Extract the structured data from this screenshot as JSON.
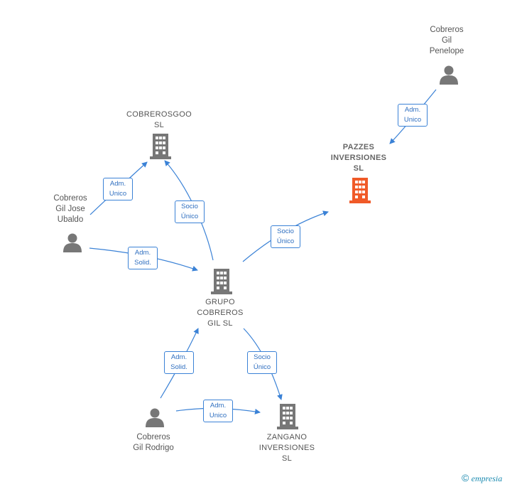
{
  "colors": {
    "edge": "#3b82d6",
    "node": "#777777",
    "highlight": "#f05a28"
  },
  "nodes": {
    "penelope": {
      "type": "person",
      "lines": [
        "Cobreros",
        "Gil",
        "Penelope"
      ]
    },
    "pazzes": {
      "type": "company",
      "highlight": true,
      "lines": [
        "PAZZES",
        "INVERSIONES",
        "SL"
      ]
    },
    "cobrerosgoo": {
      "type": "company",
      "lines": [
        "COBREROSGOO",
        "SL"
      ]
    },
    "ubaldo": {
      "type": "person",
      "lines": [
        "Cobreros",
        "Gil Jose",
        "Ubaldo"
      ]
    },
    "grupo": {
      "type": "company",
      "lines": [
        "GRUPO",
        "COBREROS",
        "GIL SL"
      ]
    },
    "rodrigo": {
      "type": "person",
      "lines": [
        "Cobreros",
        "Gil Rodrigo"
      ]
    },
    "zangano": {
      "type": "company",
      "lines": [
        "ZANGANO",
        "INVERSIONES",
        "SL"
      ]
    }
  },
  "edges": [
    {
      "id": "penelope-pazzes",
      "label": [
        "Adm.",
        "Unico"
      ]
    },
    {
      "id": "ubaldo-cobrerosgoo",
      "label": [
        "Adm.",
        "Unico"
      ]
    },
    {
      "id": "grupo-cobrerosgoo",
      "label": [
        "Socio",
        "Único"
      ]
    },
    {
      "id": "grupo-pazzes",
      "label": [
        "Socio",
        "Único"
      ]
    },
    {
      "id": "ubaldo-grupo",
      "label": [
        "Adm.",
        "Solid."
      ]
    },
    {
      "id": "rodrigo-grupo",
      "label": [
        "Adm.",
        "Solid."
      ]
    },
    {
      "id": "grupo-zangano",
      "label": [
        "Socio",
        "Único"
      ]
    },
    {
      "id": "rodrigo-zangano",
      "label": [
        "Adm.",
        "Unico"
      ]
    }
  ],
  "footer": {
    "copyright": "©",
    "brand": "empresia"
  }
}
